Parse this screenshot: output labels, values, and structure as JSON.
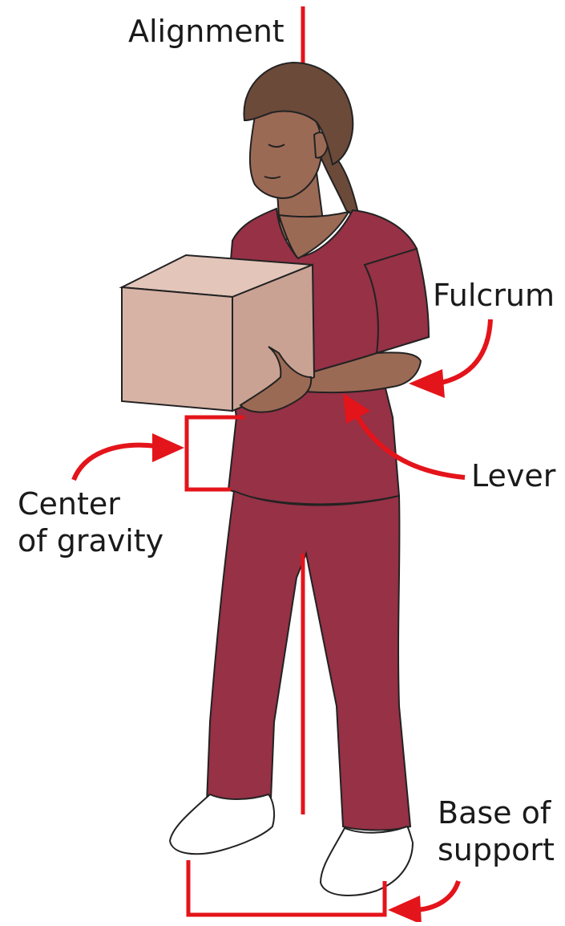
{
  "labels": {
    "alignment": "Alignment",
    "fulcrum": "Fulcrum",
    "lever": "Lever",
    "center_of_gravity": [
      "Center",
      "of gravity"
    ],
    "base_of_support": [
      "Base of",
      "support"
    ]
  },
  "colors": {
    "annotation_red": "#e4141b",
    "scrubs": "#963146",
    "skin": "#9b6a55",
    "hair": "#6b4a3a",
    "box_front": "#d7b3a6",
    "box_top": "#e3c5b9",
    "box_side": "#c9a293",
    "shoes": "#ffffff"
  }
}
